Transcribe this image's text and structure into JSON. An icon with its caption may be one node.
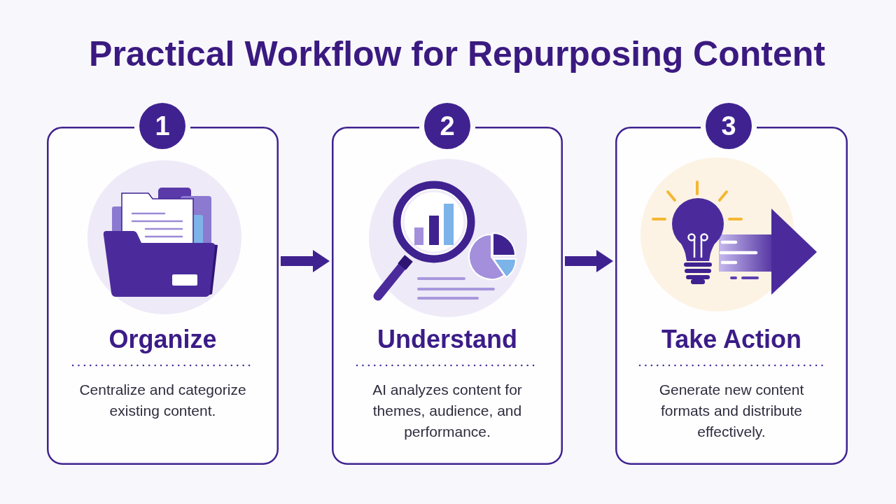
{
  "diagram": {
    "title": "Practical Workflow for Repurposing Content",
    "nodes": [
      {
        "text": [
          "1"
        ]
      },
      {
        "text": [
          "Organize",
          "Centralize and categorize existing content."
        ]
      },
      {
        "text": [
          "2"
        ]
      },
      {
        "text": [
          "Understand",
          "AI analyzes content for themes, audience, and performance."
        ]
      },
      {
        "text": [
          "3"
        ]
      },
      {
        "text": [
          "Take Action",
          "Generate new content formats and distribute effectively."
        ]
      }
    ],
    "edges": [
      {
        "from": 1,
        "to": 3,
        "arrow": "to"
      },
      {
        "from": 3,
        "to": 5,
        "arrow": "to"
      }
    ]
  }
}
